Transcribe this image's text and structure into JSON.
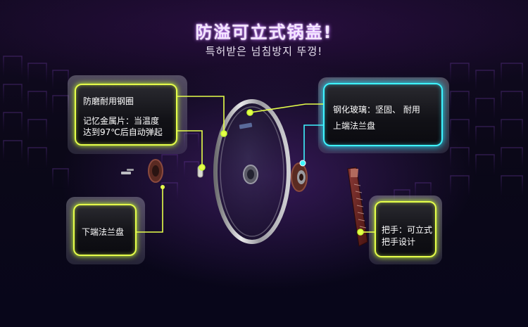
{
  "header": {
    "title": "防溢可立式锅盖!",
    "subtitle": "특허받은 넘침방지 뚜껑!"
  },
  "callouts": {
    "steel_ring": {
      "line1": "防磨耐用钢圈",
      "line2": "记忆金属片：当温度",
      "line3": "达到97℃后自动弹起"
    },
    "glass": {
      "line1": "钢化玻璃：坚固、 耐用",
      "line2": "上端法兰盘"
    },
    "lower_flange": {
      "line1": "下端法兰盘"
    },
    "handle": {
      "line1": "把手：可立式",
      "line2": "把手设计"
    }
  },
  "colors": {
    "yellow_glow": "#e6ff4a",
    "cyan_glow": "#3ef4ff",
    "background": "#0a0818"
  }
}
